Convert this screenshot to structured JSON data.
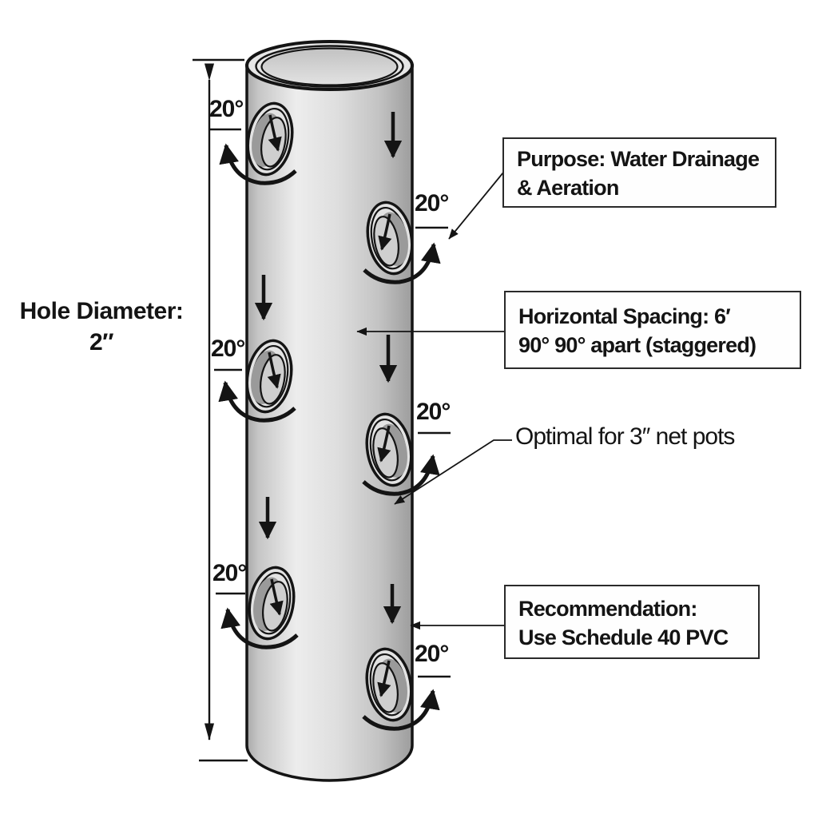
{
  "diagram": {
    "dimension_label": {
      "line1": "Hole Diameter:",
      "line2": "2″"
    },
    "angle_label": "20°",
    "callouts": {
      "purpose": {
        "line1": "Purpose: Water Drainage",
        "line2": "& Aeration"
      },
      "spacing": {
        "line1": "Horizontal Spacing: 6′",
        "line2": "90° 90° apart (staggered)"
      },
      "net_pots": "Optimal for 3″ net pots",
      "recommendation": {
        "line1": "Recommendation:",
        "line2": "Use Schedule 40 PVC"
      }
    },
    "colors": {
      "outline": "#141414",
      "pipe_light": "#ededed",
      "pipe_dark": "#a0a0a0",
      "hole_interior": "#cfcfcf",
      "background": "#ffffff"
    }
  }
}
